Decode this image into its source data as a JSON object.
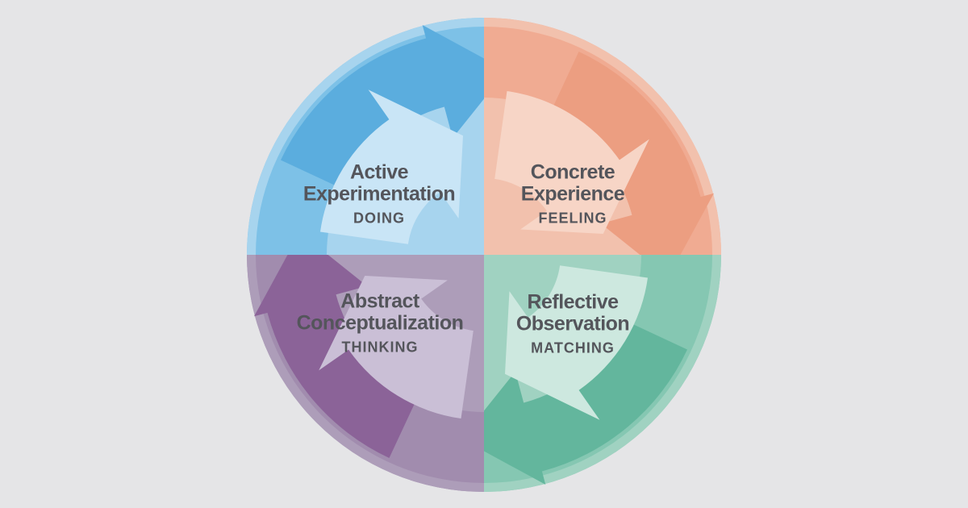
{
  "page": {
    "background_color": "#e5e5e7",
    "text_color": "#54555b"
  },
  "diagram": {
    "quadrants": [
      {
        "position": "top-left",
        "title_line1": "Active",
        "title_line2": "Experimentation",
        "subtitle": "DOING",
        "colors": {
          "dark": "#5badde",
          "medium": "#7dc1e7",
          "light": "#a7d4ee",
          "arrow": "#c9e5f6"
        }
      },
      {
        "position": "top-right",
        "title_line1": "Concrete",
        "title_line2": "Experience",
        "subtitle": "FEELING",
        "colors": {
          "dark": "#ec9e81",
          "medium": "#f0ab92",
          "light": "#f2c1ad",
          "arrow": "#f7d5c6"
        }
      },
      {
        "position": "bottom-right",
        "title_line1": "Reflective",
        "title_line2": "Observation",
        "subtitle": "MATCHING",
        "colors": {
          "dark": "#63b69d",
          "medium": "#85c7b2",
          "light": "#a0d2c1",
          "arrow": "#cde8df"
        }
      },
      {
        "position": "bottom-left",
        "title_line1": "Abstract",
        "title_line2": "Conceptualization",
        "subtitle": "THINKING",
        "colors": {
          "dark": "#8b6398",
          "medium": "#a18cae",
          "light": "#ad9db9",
          "arrow": "#cabfd6"
        }
      }
    ]
  }
}
